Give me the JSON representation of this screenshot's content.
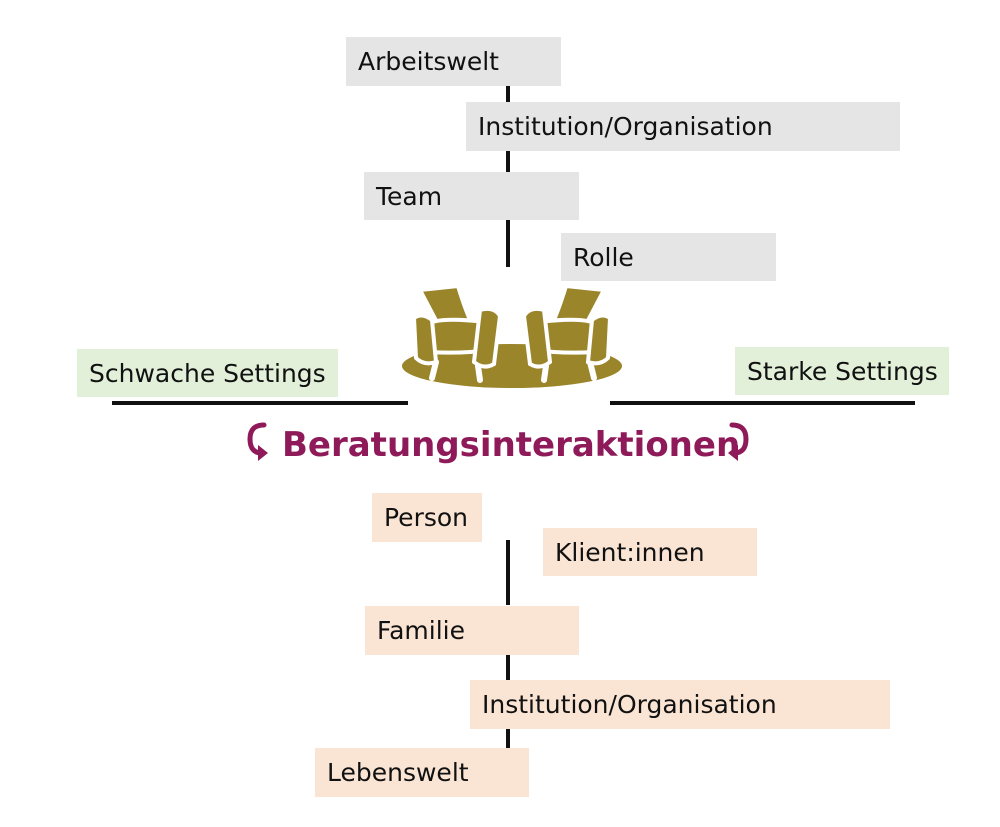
{
  "colors": {
    "accent": "#8e1a5a",
    "chair": "#9a852a",
    "grey_box": "#e5e5e5",
    "green_box": "#e2f0d9",
    "peach_box": "#fae5d5"
  },
  "top_stack": {
    "arbeitswelt": "Arbeitswelt",
    "institution": "Institution/Organisation",
    "team": "Team",
    "rolle": "Rolle"
  },
  "settings": {
    "left": "Schwache Settings",
    "right": "Starke Settings"
  },
  "center": {
    "title": "Beratungsinteraktionen",
    "icon": "armchairs-on-rug-icon"
  },
  "bottom_stack": {
    "person": "Person",
    "klienten": "Klient:innen",
    "familie": "Familie",
    "institution": "Institution/Organisation",
    "lebenswelt": "Lebenswelt"
  }
}
